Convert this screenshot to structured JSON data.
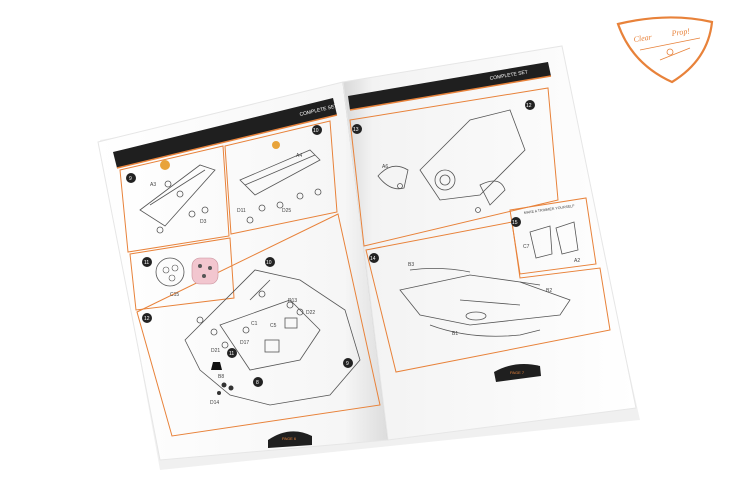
{
  "brand": {
    "logo_text_1": "Clear",
    "logo_text_2": "Prop!",
    "accent": "#e8823a"
  },
  "left_page": {
    "header": "COMPLETE SET",
    "footer_page": "PAGE 6",
    "steps": {
      "s9": "9",
      "s10": "10",
      "s11": "11",
      "s12": "12"
    },
    "parts": {
      "a3": "A3",
      "d3": "D3",
      "d11": "D11",
      "d25": "D25",
      "a4": "A4",
      "c15": "C15",
      "d13": "D13",
      "d22": "D22",
      "c1": "C1",
      "c5": "C5",
      "d21": "D21",
      "d17": "D17",
      "d14": "D14",
      "b8": "B8"
    },
    "callouts": {
      "n11": "11",
      "n8": "8",
      "n10": "10",
      "n9": "9"
    }
  },
  "right_page": {
    "header": "COMPLETE SET",
    "footer_page": "PAGE 7",
    "steps": {
      "s13": "13",
      "s14": "14",
      "s15": "15"
    },
    "callouts": {
      "n12": "12"
    },
    "note": "MAKE A TRIMMER YOURSELF",
    "parts": {
      "a6": "A6",
      "c7": "C7",
      "a2": "A2",
      "b3": "B3",
      "b2": "B2",
      "b1": "B1"
    }
  }
}
